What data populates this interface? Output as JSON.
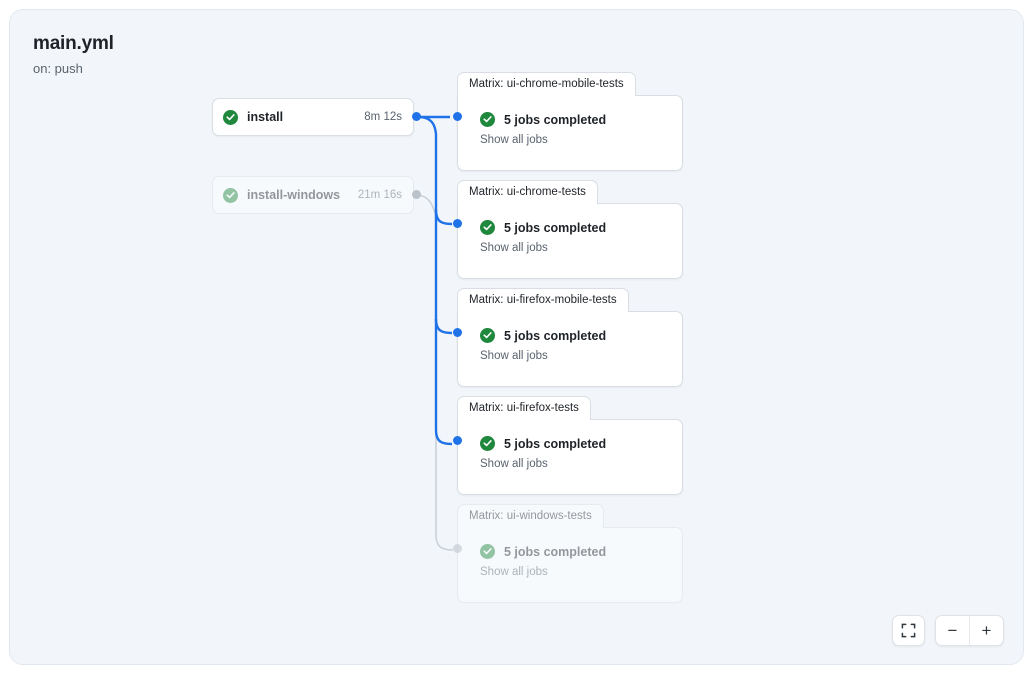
{
  "workflow": {
    "title": "main.yml",
    "trigger": "on: push"
  },
  "colors": {
    "canvas_bg": "#f2f6fa",
    "edge_active": "#1f72e8",
    "edge_inactive": "#c9d1d9",
    "success": "#1f883d",
    "text_primary": "#1f2328",
    "text_muted": "#59636e"
  },
  "jobs": [
    {
      "name": "install",
      "duration": "8m 12s",
      "status_icon": "check-circle-icon",
      "dimmed": false
    },
    {
      "name": "install-windows",
      "duration": "21m 16s",
      "status_icon": "check-circle-icon",
      "dimmed": true
    }
  ],
  "matrix_groups": [
    {
      "tab_label": "Matrix: ui-chrome-mobile-tests",
      "status_text": "5 jobs completed",
      "status_icon": "check-circle-icon",
      "link_label": "Show all jobs",
      "dimmed": false
    },
    {
      "tab_label": "Matrix: ui-chrome-tests",
      "status_text": "5 jobs completed",
      "status_icon": "check-circle-icon",
      "link_label": "Show all jobs",
      "dimmed": false
    },
    {
      "tab_label": "Matrix: ui-firefox-mobile-tests",
      "status_text": "5 jobs completed",
      "status_icon": "check-circle-icon",
      "link_label": "Show all jobs",
      "dimmed": false
    },
    {
      "tab_label": "Matrix: ui-firefox-tests",
      "status_text": "5 jobs completed",
      "status_icon": "check-circle-icon",
      "link_label": "Show all jobs",
      "dimmed": false
    },
    {
      "tab_label": "Matrix: ui-windows-tests",
      "status_text": "5 jobs completed",
      "status_icon": "check-circle-icon",
      "link_label": "Show all jobs",
      "dimmed": true
    }
  ],
  "controls": {
    "fit_icon": "fit-to-screen-icon",
    "zoom_out_label": "−",
    "zoom_in_label": "+"
  }
}
